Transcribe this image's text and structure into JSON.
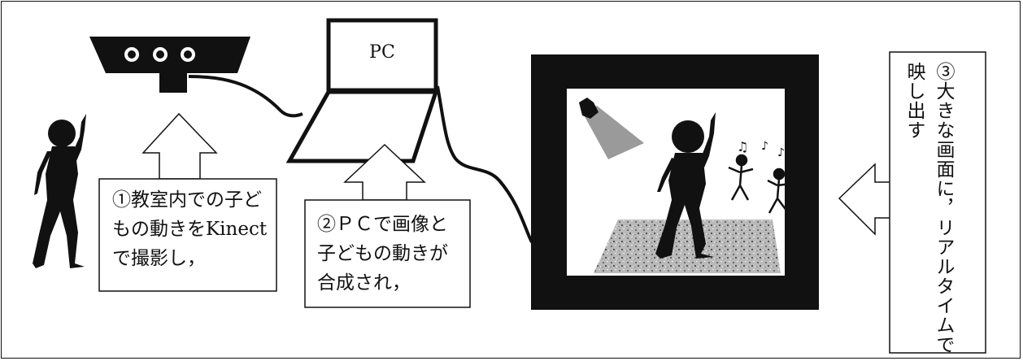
{
  "pc": {
    "label": "PC"
  },
  "steps": [
    {
      "lines": [
        "①教室内での子ど",
        "もの動きをKinect",
        "で撮影し，"
      ]
    },
    {
      "lines": [
        "②ＰＣで画像と",
        "子どもの動きが",
        "合成され，"
      ]
    },
    {
      "lines": [
        "③大きな画面に，",
        "映し出す"
      ],
      "note_line": "リアルタイムで"
    }
  ]
}
